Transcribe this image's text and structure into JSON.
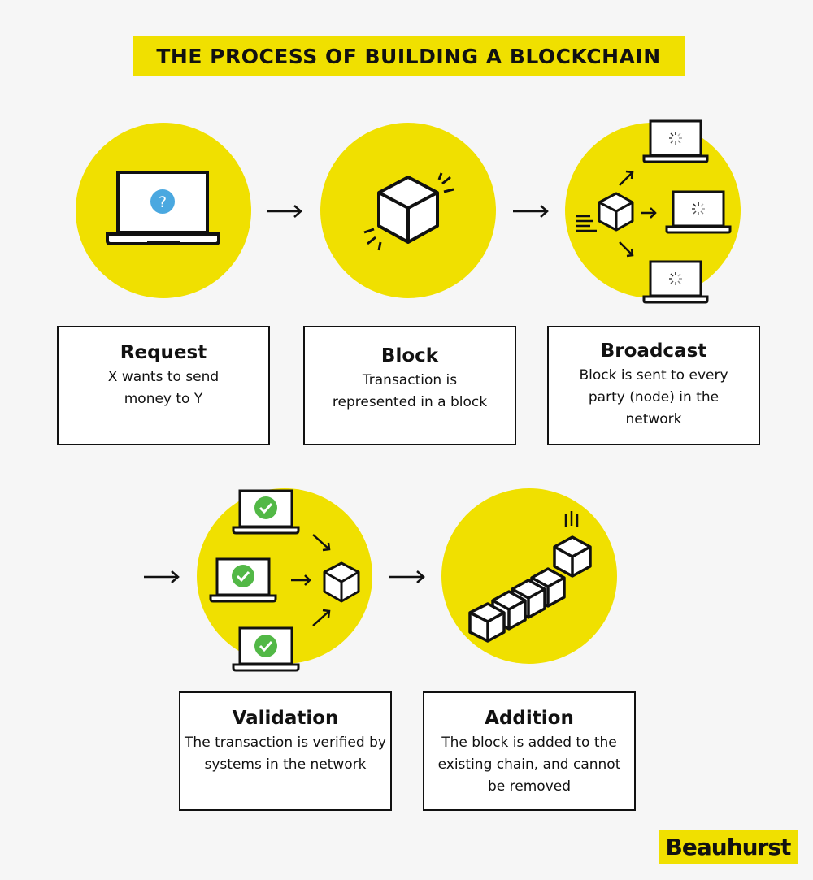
{
  "title": "THE PROCESS OF BUILDING A BLOCKCHAIN",
  "colors": {
    "accent": "#f0e000",
    "check": "#52b846",
    "question": "#4aa8e0",
    "ink": "#111111"
  },
  "steps": [
    {
      "heading": "Request",
      "desc": "X wants to send money to Y",
      "icon": "laptop-question-icon"
    },
    {
      "heading": "Block",
      "desc": "Transaction is represented in a block",
      "icon": "cube-icon"
    },
    {
      "heading": "Broadcast",
      "desc": "Block is sent to every party (node) in the network",
      "icon": "broadcast-network-icon"
    },
    {
      "heading": "Validation",
      "desc": "The transaction is verified by systems in the network",
      "icon": "validation-network-icon"
    },
    {
      "heading": "Addition",
      "desc": "The block is added to the existing chain, and cannot be removed",
      "icon": "block-chain-icon"
    }
  ],
  "question_mark": "?",
  "logo": "Beauhurst"
}
